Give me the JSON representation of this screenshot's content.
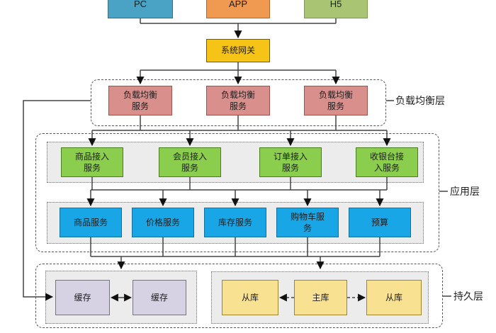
{
  "clients": [
    {
      "label": "PC"
    },
    {
      "label": "APP"
    },
    {
      "label": "H5"
    }
  ],
  "gateway": {
    "label": "系统网关"
  },
  "load_balancer_layer": {
    "label": "负载均衡层",
    "nodes": [
      {
        "label": "负载均衡服务"
      },
      {
        "label": "负载均衡服务"
      },
      {
        "label": "负载均衡服务"
      }
    ]
  },
  "application_layer": {
    "label": "应用层",
    "access_services": [
      {
        "label": "商品接入服务"
      },
      {
        "label": "会员接入服务"
      },
      {
        "label": "订单接入服务"
      },
      {
        "label": "收银台接入服务"
      }
    ],
    "services": [
      {
        "label": "商品服务"
      },
      {
        "label": "价格服务"
      },
      {
        "label": "库存服务"
      },
      {
        "label": "购物车服务"
      },
      {
        "label": "预算"
      }
    ]
  },
  "persistence_layer": {
    "label": "持久层",
    "caches": [
      {
        "label": "缓存"
      },
      {
        "label": "缓存"
      }
    ],
    "databases": [
      {
        "label": "从库"
      },
      {
        "label": "主库"
      },
      {
        "label": "从库"
      }
    ]
  },
  "colors": {
    "client_pc": "#4aa2c4",
    "client_app": "#ef9a50",
    "client_h5": "#a9c573",
    "gateway": "#f6c417",
    "load_balancer": "#d98f8c",
    "access_service": "#8bce4e",
    "service": "#19a6e6",
    "cache": "#d6d2e4",
    "database": "#f8e292"
  }
}
